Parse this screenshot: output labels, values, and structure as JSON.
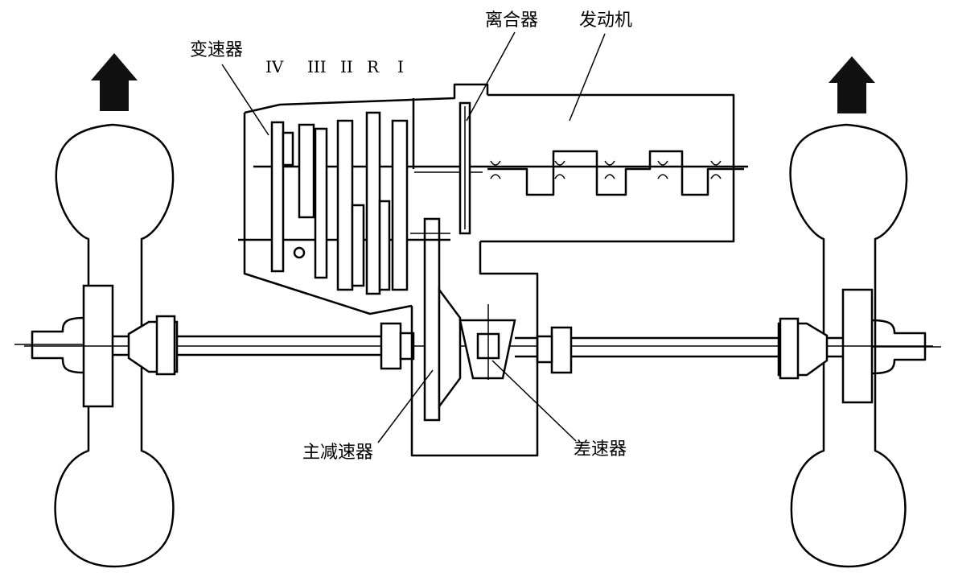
{
  "labels": {
    "transmission": "变速器",
    "clutch": "离合器",
    "engine": "发动机",
    "main_reducer": "主减速器",
    "differential": "差速器"
  },
  "gears": [
    "IV",
    "III",
    "II",
    "R",
    "I"
  ]
}
